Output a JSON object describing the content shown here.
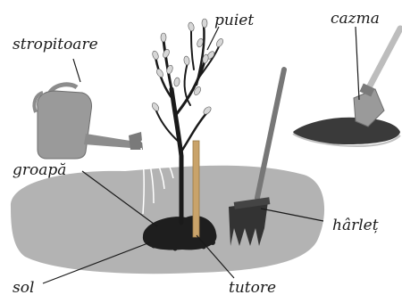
{
  "labels": {
    "watering_can": "stropitoare",
    "sapling": "puiet",
    "spade": "cazma",
    "hole": "groapă",
    "fork_spade": "hârleț",
    "soil": "sol",
    "stake": "tutore"
  },
  "colors": {
    "ground": "#b3b3b3",
    "soil": "#1e1e1e",
    "stake": "#c9a36a",
    "tool_metal": "#6a6a6a",
    "can": "#8c8c8c",
    "leaf": "#d7d7d7"
  }
}
